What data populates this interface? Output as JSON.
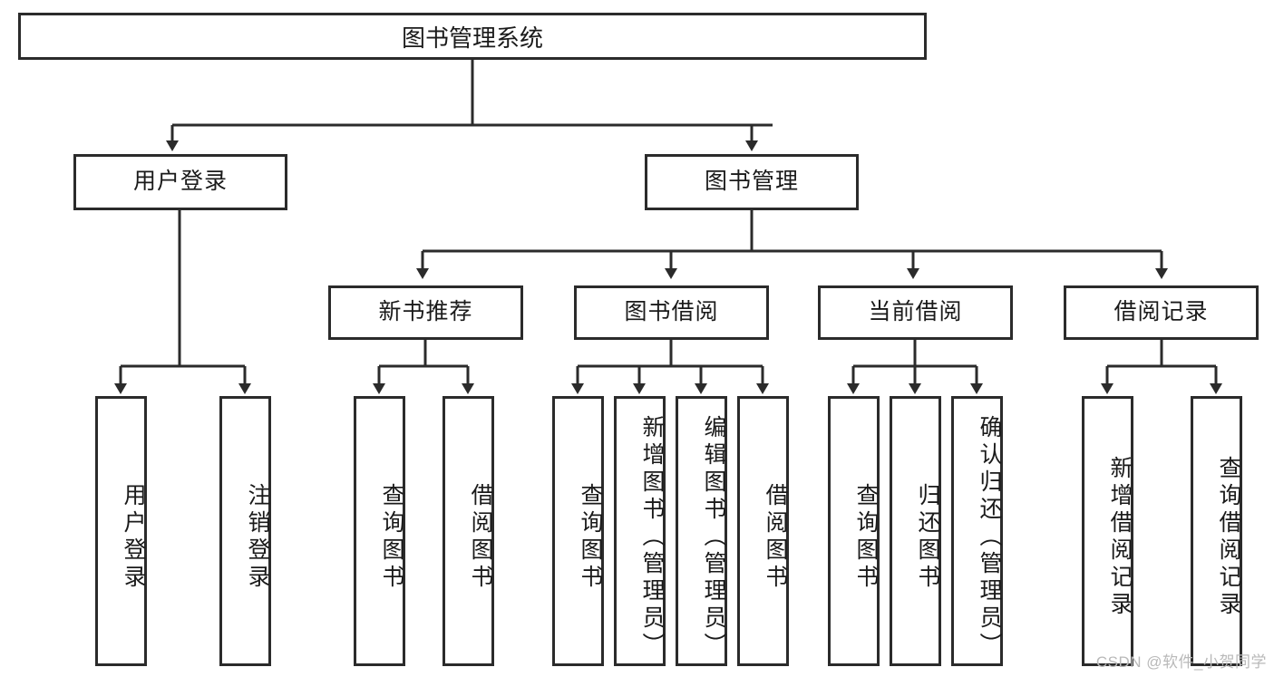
{
  "diagram": {
    "title": "图书管理系统",
    "type": "hierarchy-tree",
    "watermark": "CSDN @软件_小贺同学",
    "colors": {
      "border": "#2b2b2b",
      "background": "#ffffff",
      "text": "#1a1a1a",
      "watermark": "#b9b9b9"
    },
    "nodes": {
      "root": {
        "label": "图书管理系统"
      },
      "level2": [
        {
          "label": "用户登录"
        },
        {
          "label": "图书管理"
        }
      ],
      "level3": [
        {
          "label": "新书推荐"
        },
        {
          "label": "图书借阅"
        },
        {
          "label": "当前借阅"
        },
        {
          "label": "借阅记录"
        }
      ],
      "leaves": {
        "user_login": [
          {
            "label": "用户登录"
          },
          {
            "label": "注销登录"
          }
        ],
        "new_book_recommend": [
          {
            "label": "查询图书"
          },
          {
            "label": "借阅图书"
          }
        ],
        "book_borrow": [
          {
            "label": "查询图书"
          },
          {
            "label": "新增图书（管理员）"
          },
          {
            "label": "编辑图书（管理员）"
          },
          {
            "label": "借阅图书"
          }
        ],
        "current_borrow": [
          {
            "label": "查询图书"
          },
          {
            "label": "归还图书"
          },
          {
            "label": "确认归还（管理员）"
          }
        ],
        "borrow_record": [
          {
            "label": "新增借阅记录"
          },
          {
            "label": "查询借阅记录"
          }
        ]
      }
    }
  }
}
